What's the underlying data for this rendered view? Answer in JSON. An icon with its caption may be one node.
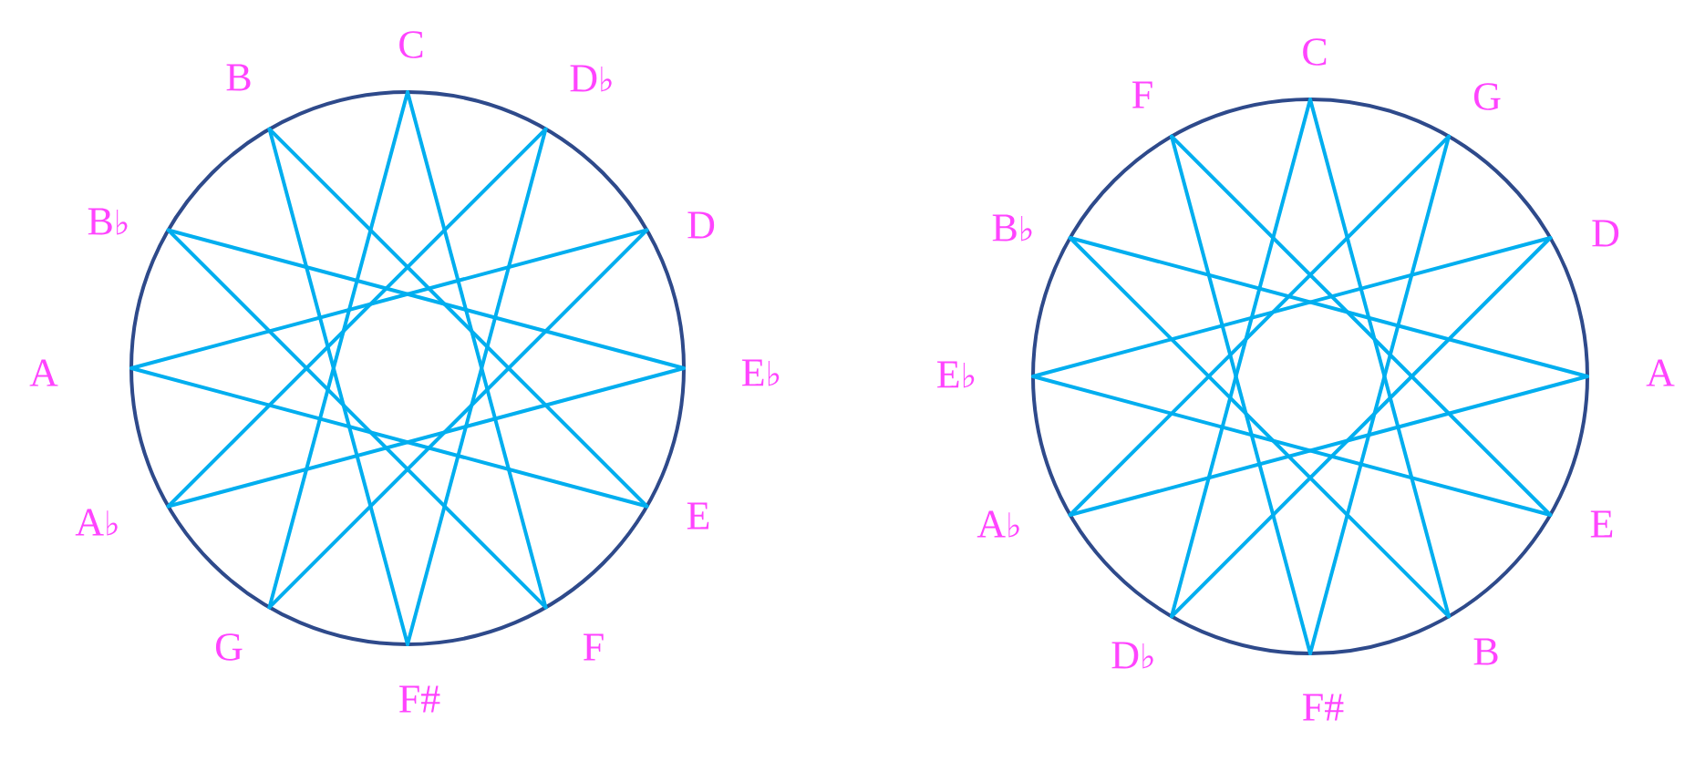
{
  "diagram": {
    "nodes": [
      {
        "text": [
          "C"
        ]
      },
      {
        "text": [
          "D♭"
        ]
      },
      {
        "text": [
          "D"
        ]
      },
      {
        "text": [
          "E♭"
        ]
      },
      {
        "text": [
          "E"
        ]
      },
      {
        "text": [
          "F"
        ]
      },
      {
        "text": [
          "F#"
        ]
      },
      {
        "text": [
          "G"
        ]
      },
      {
        "text": [
          "A♭"
        ]
      },
      {
        "text": [
          "A"
        ]
      },
      {
        "text": [
          "B♭"
        ]
      },
      {
        "text": [
          "B"
        ]
      },
      {
        "text": [
          "C"
        ]
      },
      {
        "text": [
          "G"
        ]
      },
      {
        "text": [
          "D"
        ]
      },
      {
        "text": [
          "A"
        ]
      },
      {
        "text": [
          "E"
        ]
      },
      {
        "text": [
          "B"
        ]
      },
      {
        "text": [
          "F#"
        ]
      },
      {
        "text": [
          "D♭"
        ]
      },
      {
        "text": [
          "A♭"
        ]
      },
      {
        "text": [
          "E♭"
        ]
      },
      {
        "text": [
          "B♭"
        ]
      },
      {
        "text": [
          "F"
        ]
      }
    ],
    "edges": [
      {
        "from": 0,
        "to": 5,
        "arrow": "none"
      },
      {
        "from": 1,
        "to": 6,
        "arrow": "none"
      },
      {
        "from": 2,
        "to": 7,
        "arrow": "none"
      },
      {
        "from": 3,
        "to": 8,
        "arrow": "none"
      },
      {
        "from": 4,
        "to": 9,
        "arrow": "none"
      },
      {
        "from": 5,
        "to": 10,
        "arrow": "none"
      },
      {
        "from": 6,
        "to": 11,
        "arrow": "none"
      },
      {
        "from": 7,
        "to": 0,
        "arrow": "none"
      },
      {
        "from": 8,
        "to": 1,
        "arrow": "none"
      },
      {
        "from": 9,
        "to": 2,
        "arrow": "none"
      },
      {
        "from": 10,
        "to": 3,
        "arrow": "none"
      },
      {
        "from": 11,
        "to": 4,
        "arrow": "none"
      },
      {
        "from": 12,
        "to": 17,
        "arrow": "none"
      },
      {
        "from": 13,
        "to": 18,
        "arrow": "none"
      },
      {
        "from": 14,
        "to": 19,
        "arrow": "none"
      },
      {
        "from": 15,
        "to": 20,
        "arrow": "none"
      },
      {
        "from": 16,
        "to": 21,
        "arrow": "none"
      },
      {
        "from": 17,
        "to": 22,
        "arrow": "none"
      },
      {
        "from": 18,
        "to": 23,
        "arrow": "none"
      },
      {
        "from": 19,
        "to": 12,
        "arrow": "none"
      },
      {
        "from": 20,
        "to": 13,
        "arrow": "none"
      },
      {
        "from": 21,
        "to": 14,
        "arrow": "none"
      },
      {
        "from": 22,
        "to": 15,
        "arrow": "none"
      },
      {
        "from": 23,
        "to": 16,
        "arrow": "none"
      }
    ]
  }
}
